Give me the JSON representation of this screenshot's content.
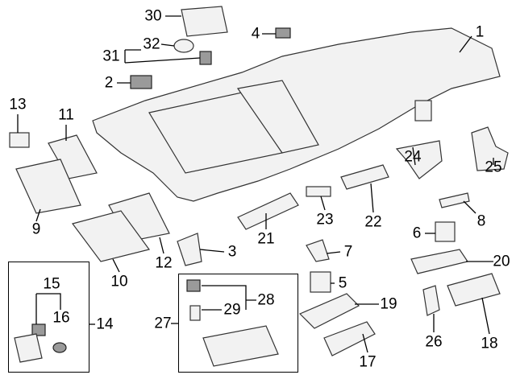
{
  "diagram": {
    "callouts": [
      "1",
      "2",
      "3",
      "4",
      "5",
      "6",
      "7",
      "8",
      "9",
      "10",
      "11",
      "12",
      "13",
      "14",
      "15",
      "16",
      "17",
      "18",
      "19",
      "20",
      "21",
      "22",
      "23",
      "24",
      "25",
      "26",
      "27",
      "28",
      "29",
      "30",
      "31",
      "32"
    ],
    "colors": {
      "line": "#000000",
      "part_fill": "#f2f2f2",
      "part_stroke": "#333333"
    }
  }
}
